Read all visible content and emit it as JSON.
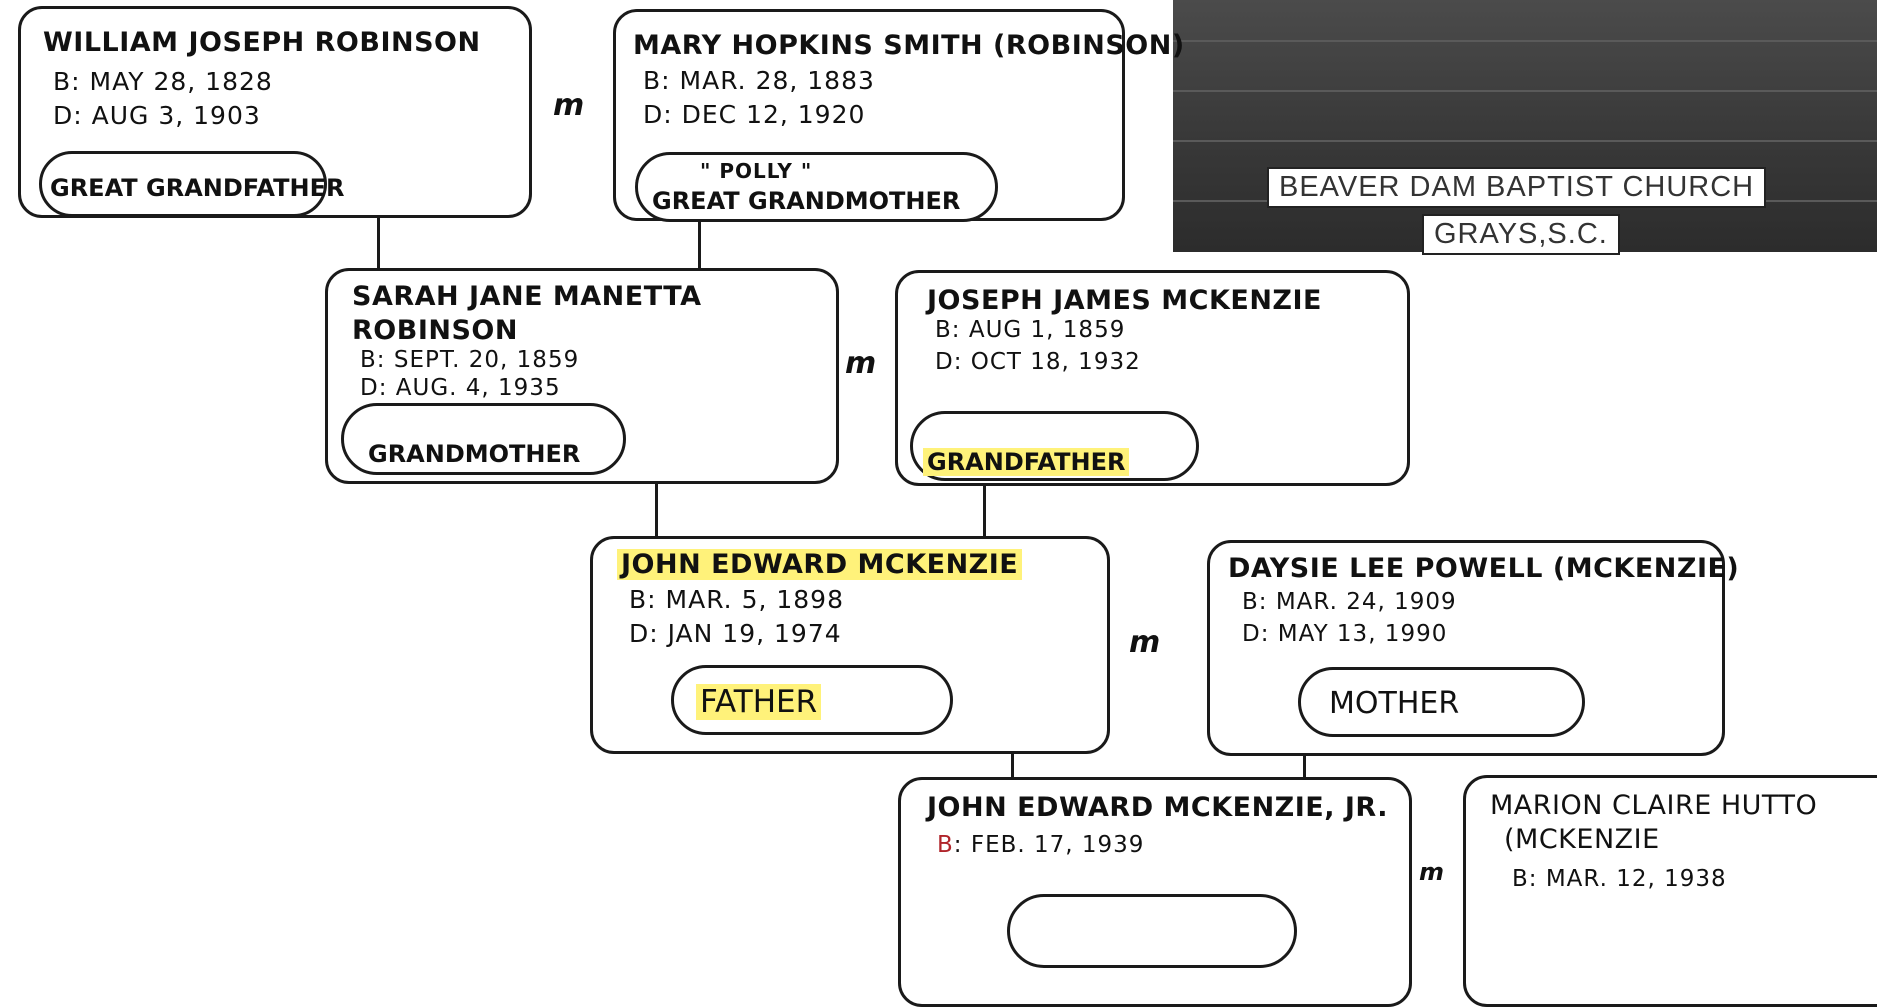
{
  "photo": {
    "caption_line1": "BEAVER DAM BAPTIST CHURCH",
    "caption_line2": "GRAYS,S.C."
  },
  "marriage_symbol": "m",
  "people": {
    "william": {
      "name": "WILLIAM JOSEPH ROBINSON",
      "born": "B: MAY 28, 1828",
      "died": "D: AUG 3, 1903",
      "role": "GREAT GRANDFATHER"
    },
    "mary": {
      "name": "MARY HOPKINS SMITH (ROBINSON)",
      "born": "B: MAR. 28, 1883",
      "died": "D: DEC 12, 1920",
      "nickname": "\" POLLY \"",
      "role": "GREAT GRANDMOTHER"
    },
    "sarah": {
      "name_line1": "SARAH JANE MANETTA",
      "name_line2": "ROBINSON",
      "born": "B: SEPT. 20, 1859",
      "died": "D: AUG. 4, 1935",
      "role": "GRANDMOTHER"
    },
    "joseph": {
      "name": "JOSEPH JAMES MCKENZIE",
      "born": "B: AUG 1, 1859",
      "died": "D: OCT 18, 1932",
      "role": "GRANDFATHER"
    },
    "john": {
      "name": "JOHN EDWARD MCKENZIE",
      "born": "B: MAR. 5, 1898",
      "died": "D: JAN 19, 1974",
      "role": "FATHER"
    },
    "daysie": {
      "name": "DAYSIE LEE POWELL (MCKENZIE)",
      "born": "B: MAR. 24, 1909",
      "died": "D: MAY 13, 1990",
      "role": "MOTHER"
    },
    "john_jr": {
      "name": "JOHN EDWARD MCKENZIE, JR.",
      "born": "B: FEB. 17, 1939",
      "role": ""
    },
    "marion": {
      "name_line1": "MARION CLAIRE HUTTO",
      "name_line2": "(MCKENZIE",
      "born": "B: MAR. 12, 1938"
    }
  },
  "colors": {
    "highlight": "#fff27a",
    "border": "#1a1a1a",
    "photo": "#3a3a3a"
  }
}
